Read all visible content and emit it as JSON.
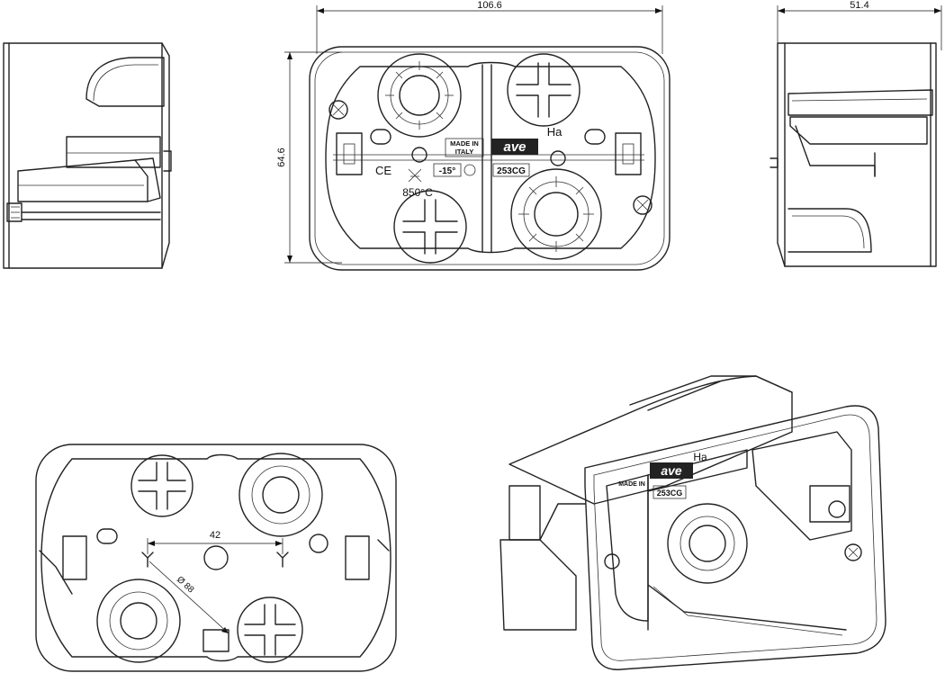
{
  "dimensions": {
    "front_width": "106.6",
    "side_depth": "51.4",
    "front_height": "64.6",
    "hole_spacing": "42",
    "diagonal": "Ø 88"
  },
  "markings": {
    "made_in": "MADE IN",
    "country": "ITALY",
    "brand": "ave",
    "series": "Ha",
    "temperature": "850°C",
    "min_temp": "-15°",
    "ce": "CE",
    "model": "253CG"
  }
}
